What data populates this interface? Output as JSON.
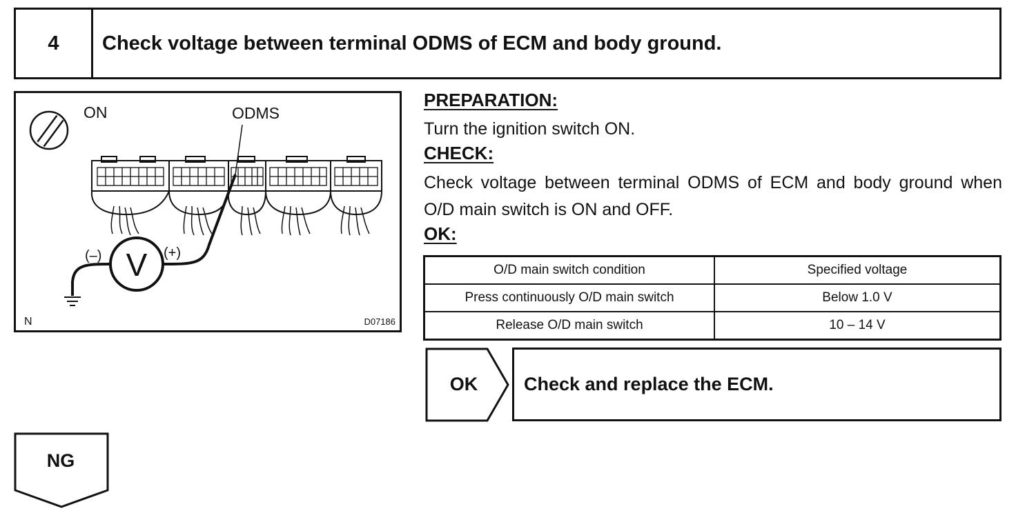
{
  "step": {
    "number": "4",
    "title": "Check voltage between terminal ODMS of ECM and body ground."
  },
  "diagram": {
    "ignition_label": "ON",
    "terminal_label": "ODMS",
    "meter_label": "V",
    "negative_label": "(–)",
    "positive_label": "(+)",
    "corner_left": "N",
    "figure_id": "D07186",
    "icons": [
      "ignition-key-icon",
      "voltmeter-icon",
      "ground-symbol-icon",
      "ecm-connector-icon"
    ]
  },
  "preparation": {
    "heading": "PREPARATION:",
    "text": "Turn the ignition switch ON."
  },
  "check": {
    "heading": "CHECK:",
    "text": "Check voltage between terminal ODMS of ECM and body ground when O/D main switch is ON and OFF."
  },
  "ok": {
    "heading": "OK:"
  },
  "spec_table": {
    "headers": [
      "O/D main switch condition",
      "Specified voltage"
    ],
    "rows": [
      [
        "Press continuously O/D main switch",
        "Below 1.0 V"
      ],
      [
        "Release O/D main switch",
        "10 – 14 V"
      ]
    ]
  },
  "result_ok": {
    "label": "OK",
    "action": "Check and replace the ECM."
  },
  "result_ng": {
    "label": "NG"
  }
}
